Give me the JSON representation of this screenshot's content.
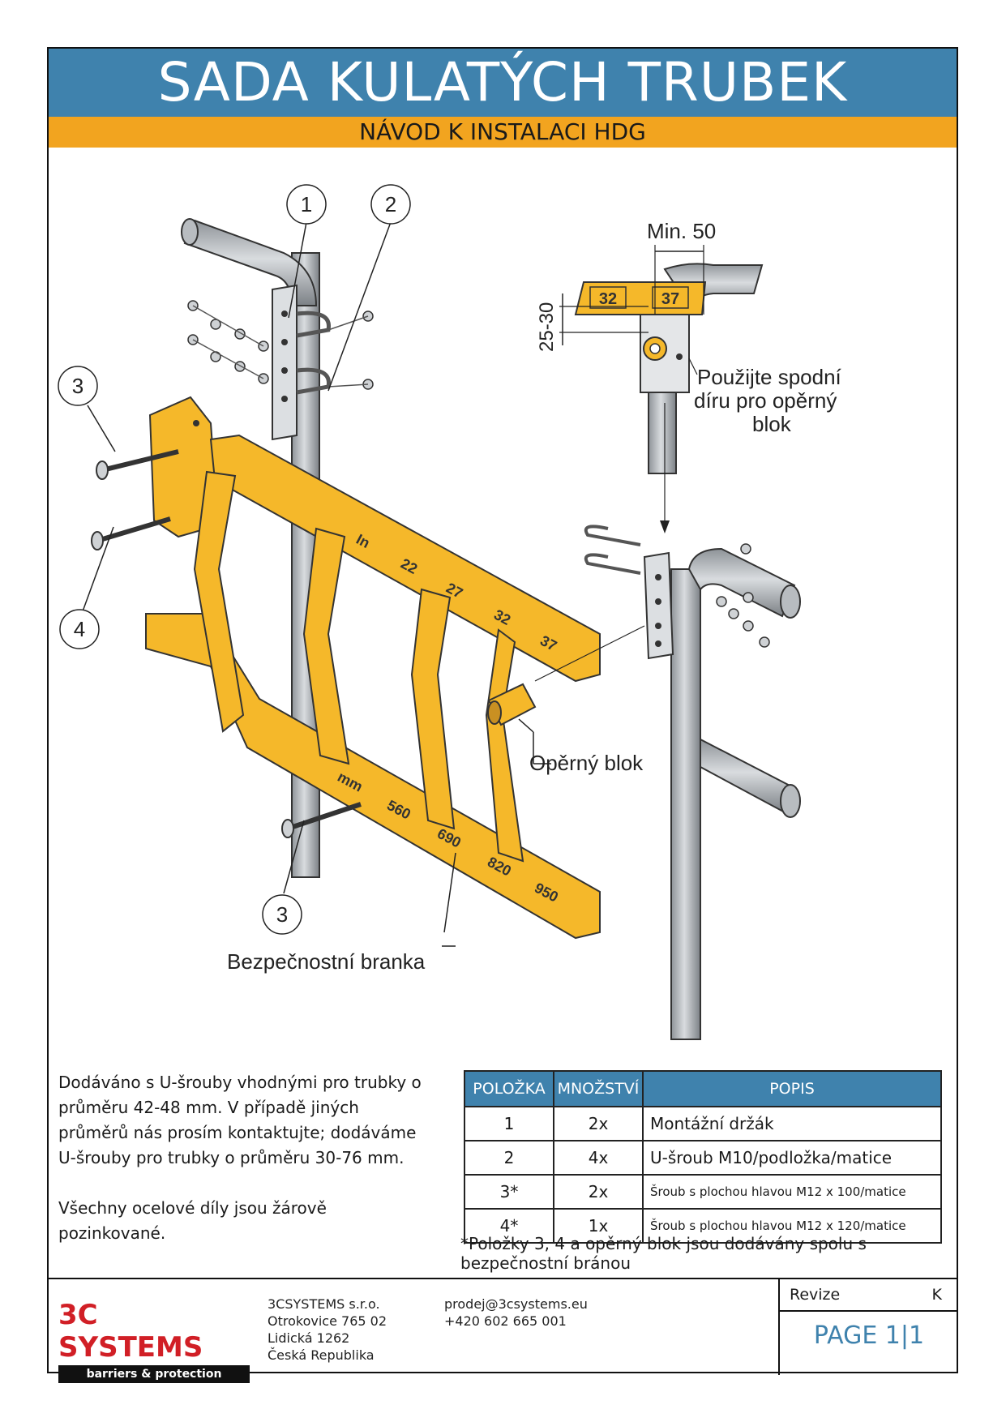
{
  "header": {
    "title": "SADA KULATÝCH TRUBEK",
    "subtitle": "NÁVOD K INSTALACI HDG"
  },
  "callouts": {
    "c1": "1",
    "c2": "2",
    "c3a": "3",
    "c4": "4",
    "c3b": "3",
    "min50": "Min. 50",
    "range": "25-30",
    "block_note_1": "Použijte spodní",
    "block_note_2": "díru pro opěrný",
    "block_note_3": "blok",
    "oporny_blok": "Opěrný blok",
    "gate": "Bezpečnostní branka"
  },
  "gate_marks": {
    "in": "In",
    "in22": "22",
    "in27": "27",
    "in32": "32",
    "in37": "37",
    "mm": "mm",
    "mm560": "560",
    "mm690": "690",
    "mm820": "820",
    "mm950": "950",
    "detail32": "32",
    "detail37": "37"
  },
  "colors": {
    "header_blue": "#3f82ad",
    "header_orange": "#f2a41f",
    "gate_yellow": "#f5b82a",
    "brand_red": "#d11f26"
  },
  "note": {
    "p1": "Dodáváno s U-šrouby vhodnými pro trubky o průměru 42-48 mm. V případě jiných průměrů nás prosím kontaktujte; dodáváme U-šrouby pro trubky o průměru 30-76 mm.",
    "p2": "Všechny ocelové díly jsou žárově pozinkované."
  },
  "parts_table": {
    "headers": [
      "POLOŽKA",
      "MNOŽSTVÍ",
      "POPIS"
    ],
    "rows": [
      [
        "1",
        "2x",
        "Montážní držák"
      ],
      [
        "2",
        "4x",
        "U-šroub M10/podložka/matice"
      ],
      [
        "3*",
        "2x",
        "Šroub s plochou hlavou M12 x 100/matice"
      ],
      [
        "4*",
        "1x",
        "Šroub s plochou hlavou M12 x 120/matice"
      ]
    ]
  },
  "footnote": "*Položky 3, 4 a opěrný blok jsou dodávány spolu s bezpečnostní bránou",
  "footer": {
    "logo_name": "3C SYSTEMS",
    "logo_tag": "barriers & protection",
    "address": [
      "3CSYSTEMS s.r.o.",
      "Otrokovice 765 02",
      "Lidická 1262",
      "Česká Republika"
    ],
    "email": "prodej@3csystems.eu",
    "phone": "+420 602 665 001",
    "revision_label": "Revize",
    "revision_value": "K",
    "page": "PAGE 1|1"
  }
}
